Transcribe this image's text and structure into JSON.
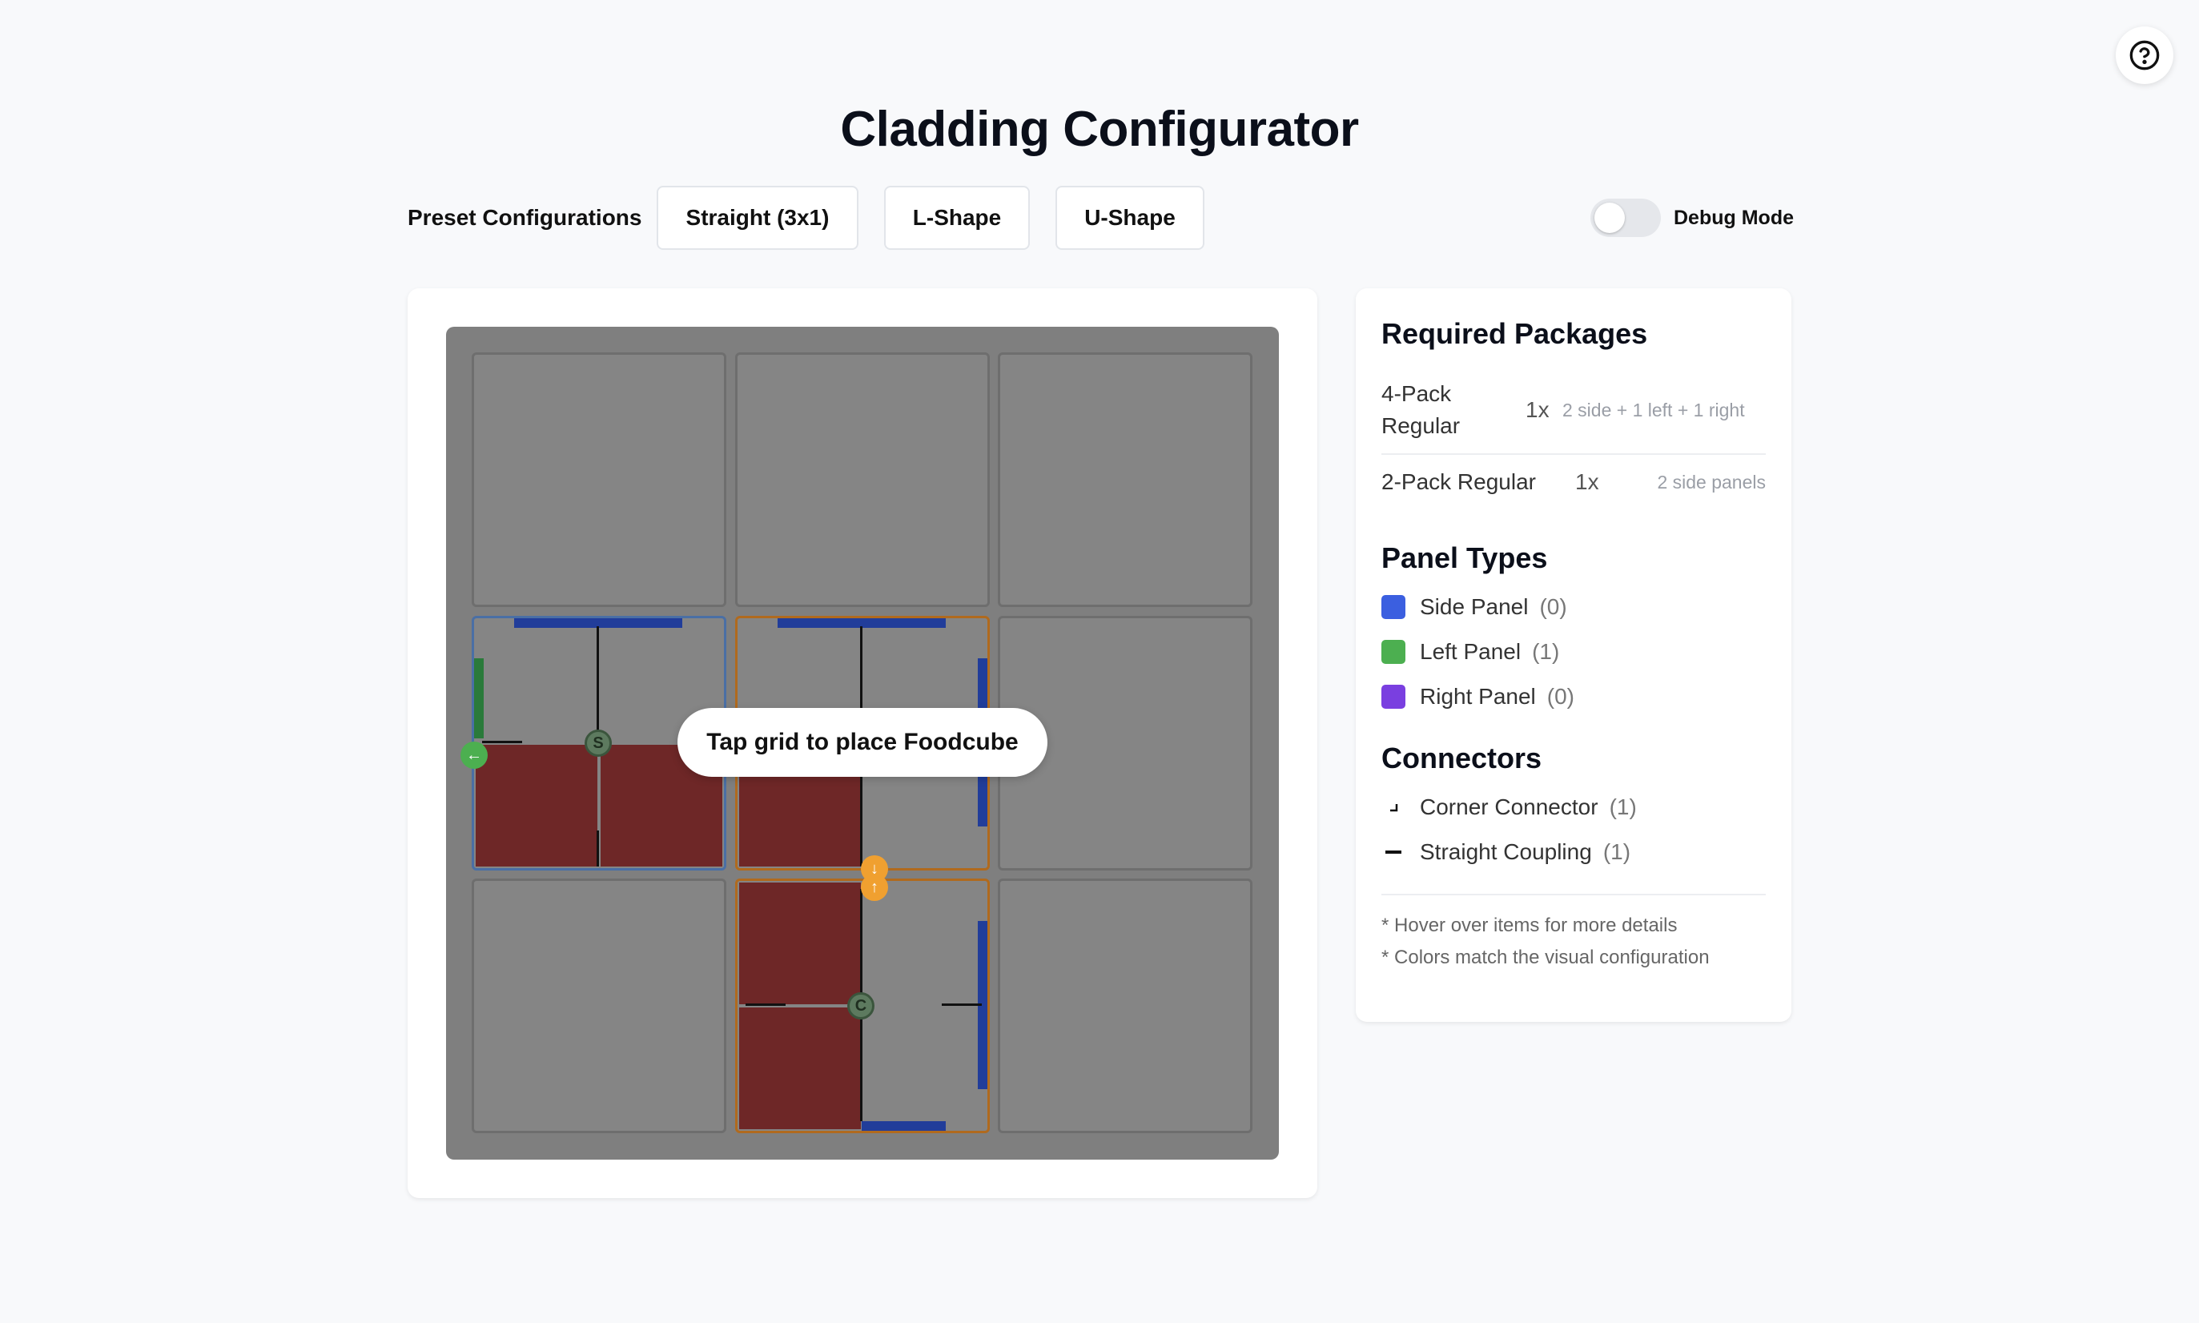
{
  "page": {
    "title": "Cladding Configurator",
    "help_icon": "question-circle-icon"
  },
  "toolbar": {
    "preset_label": "Preset Configurations",
    "presets": [
      "Straight (3x1)",
      "L-Shape",
      "U-Shape"
    ],
    "debug_label": "Debug Mode",
    "debug_enabled": false
  },
  "canvas": {
    "overlay_message": "Tap grid to place Foodcube",
    "grid_rows": 3,
    "grid_cols": 3,
    "marker_labels": [
      "S",
      "C"
    ]
  },
  "sidebar": {
    "packages_title": "Required Packages",
    "packages": [
      {
        "name": "4-Pack Regular",
        "qty": "1x",
        "note": "2 side + 1 left + 1 right"
      },
      {
        "name": "2-Pack Regular",
        "qty": "1x",
        "note": "2 side panels"
      }
    ],
    "panel_types_title": "Panel Types",
    "panel_types": [
      {
        "name": "Side Panel",
        "count": "(0)",
        "color": "#3b5fe0"
      },
      {
        "name": "Left Panel",
        "count": "(1)",
        "color": "#4caf50"
      },
      {
        "name": "Right Panel",
        "count": "(0)",
        "color": "#7a3fe0"
      }
    ],
    "connectors_title": "Connectors",
    "connectors": [
      {
        "name": "Corner Connector",
        "count": "(1)",
        "icon": "corner-connector-icon"
      },
      {
        "name": "Straight Coupling",
        "count": "(1)",
        "icon": "straight-coupling-icon"
      }
    ],
    "footnotes": [
      "* Hover over items for more details",
      "* Colors match the visual configuration"
    ]
  }
}
